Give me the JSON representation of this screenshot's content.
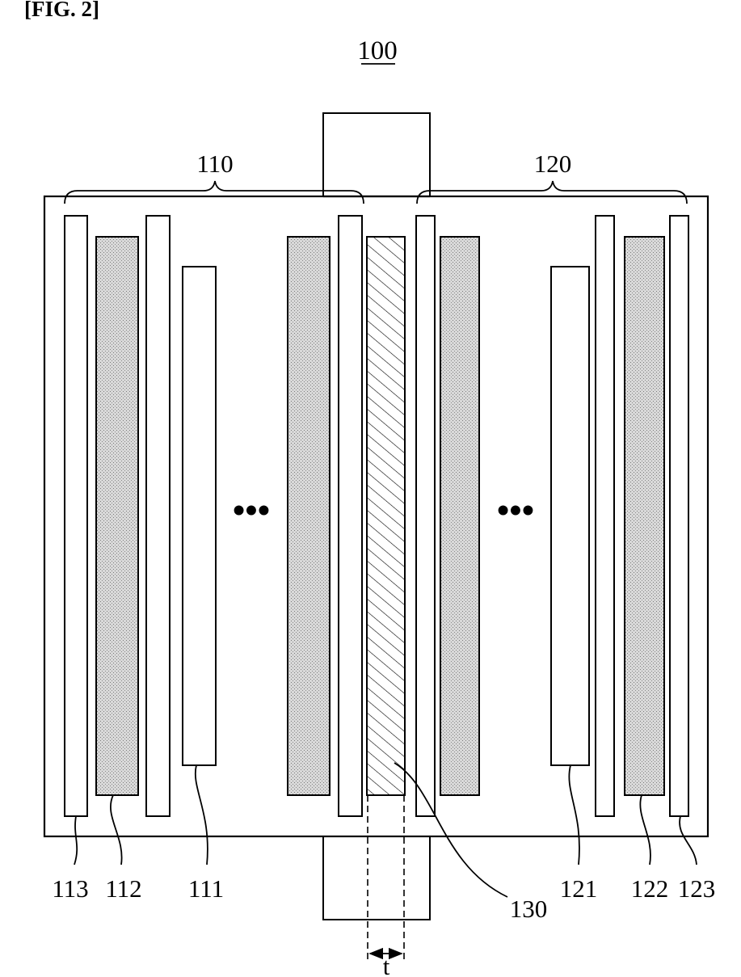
{
  "figure": {
    "label": "[FIG. 2]",
    "title": "100"
  },
  "groups": {
    "left": "110",
    "right": "120"
  },
  "references": {
    "r113": "113",
    "r112": "112",
    "r111": "111",
    "r130": "130",
    "r121": "121",
    "r122": "122",
    "r123": "123"
  },
  "ellipsis": "•••",
  "dimension": {
    "label": "t"
  },
  "colors": {
    "active_fill": "#cfcfcf",
    "outline": "#000000",
    "background": "#ffffff"
  }
}
